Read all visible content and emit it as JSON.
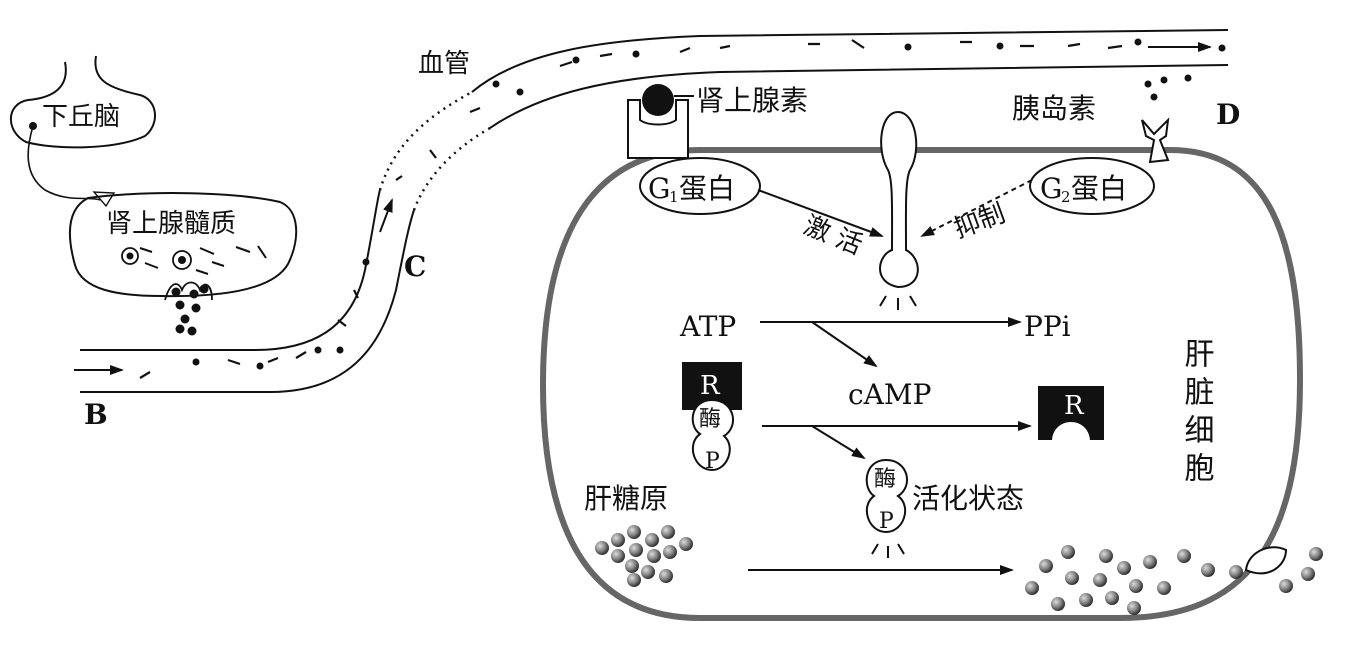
{
  "labels": {
    "hypothalamus": "下丘脑",
    "adrenal_medulla": "肾上腺髓质",
    "blood_vessel": "血管",
    "adrenaline": "肾上腺素",
    "insulin": "胰岛素",
    "g1_protein_main": "G",
    "g1_protein_sub": "1",
    "g1_protein_rest": "蛋白",
    "g2_protein_main": "G",
    "g2_protein_sub": "2",
    "g2_protein_rest": "蛋白",
    "activate": "激 活",
    "inhibit": "抑制",
    "atp": "ATP",
    "ppi": "PPi",
    "camp": "cAMP",
    "r_left": "R",
    "r_right": "R",
    "enzyme_left": "酶",
    "p_left": "P",
    "enzyme_active": "酶",
    "p_active": "P",
    "active_state": "活化状态",
    "liver_glycogen": "肝糖原",
    "liver_cell": "肝脏细胞",
    "point_b": "B",
    "point_c": "C",
    "point_d": "D"
  }
}
